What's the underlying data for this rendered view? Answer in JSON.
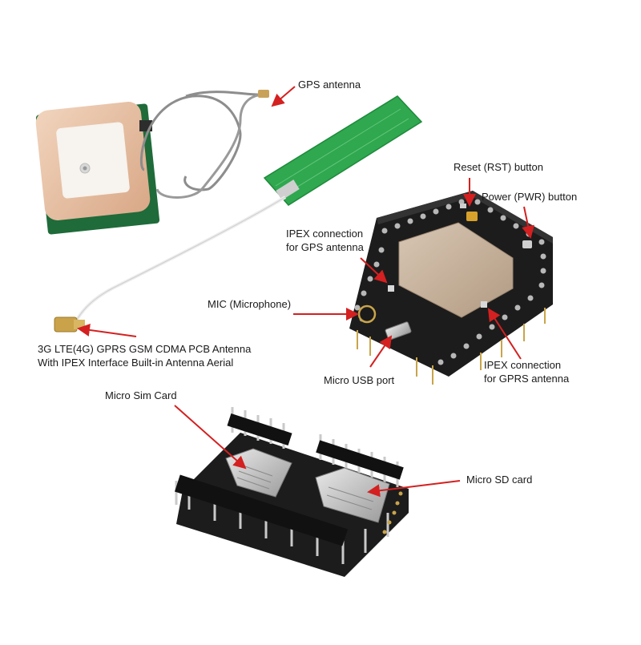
{
  "colors": {
    "arrow": "#d42020",
    "pcb": "#1c1c1c",
    "module": "#c8b5a0",
    "patch": "#e9c4a8",
    "antenna_green": "#2fa84f",
    "pin": "#b8b8b8"
  },
  "labels": {
    "gps_antenna": "GPS antenna",
    "reset_button": "Reset (RST) button",
    "power_button": "Power (PWR) button",
    "ipex_gps": [
      "IPEX connection",
      "for GPS antenna"
    ],
    "mic": "MIC (Microphone)",
    "pcb_antenna": [
      "3G LTE(4G) GPRS GSM CDMA PCB Antenna",
      "With IPEX Interface Built-in Antenna Aerial"
    ],
    "micro_usb": "Micro USB port",
    "ipex_gprs": [
      "IPEX connection",
      "for GPRS antenna"
    ],
    "micro_sim": "Micro Sim Card",
    "micro_sd": "Micro SD card"
  }
}
